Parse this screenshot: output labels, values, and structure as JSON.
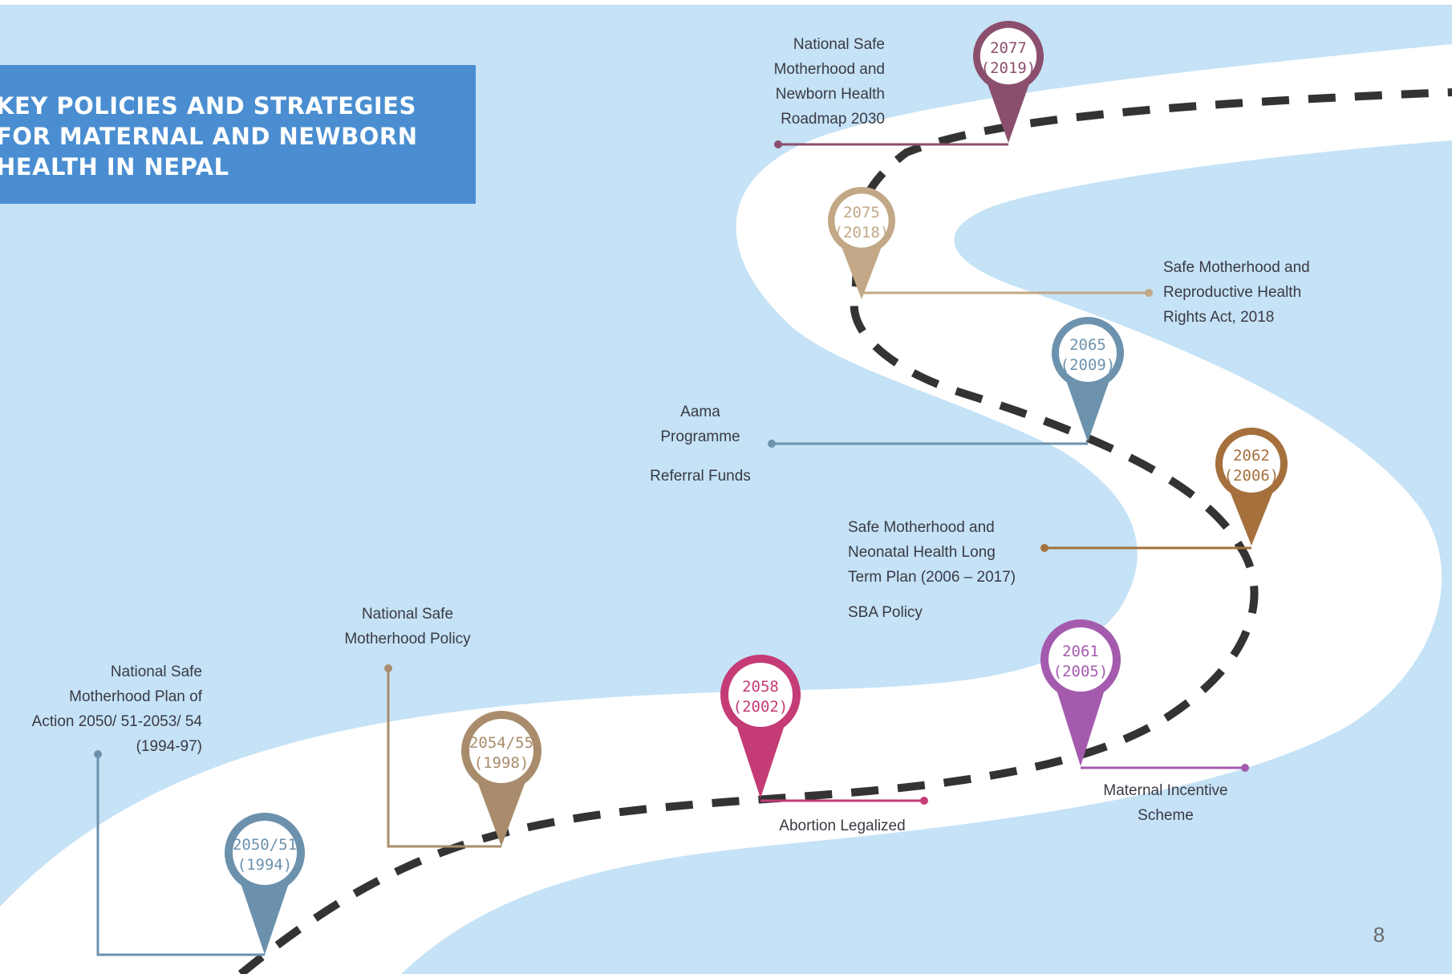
{
  "title": {
    "lines": [
      "KEY POLICIES AND STRATEGIES",
      "FOR MATERNAL AND NEWBORN",
      "HEALTH IN NEPAL"
    ]
  },
  "page_number": "8",
  "colors": {
    "sky": "#c5e2f6",
    "road": "#ffffff",
    "dash": "#333333",
    "title_box": "#4a8ed1"
  },
  "milestones": [
    {
      "year_bs": "2050/51",
      "year_ad": "(1994)",
      "color": "#6c91ad",
      "lines": [
        "National Safe",
        "Motherhood Plan of",
        "Action 2050/ 51-2053/ 54",
        "(1994-97)"
      ]
    },
    {
      "year_bs": "2054/55",
      "year_ad": "(1998)",
      "color": "#a88c6c",
      "lines": [
        "National Safe",
        "Motherhood Policy"
      ]
    },
    {
      "year_bs": "2058",
      "year_ad": "(2002)",
      "color": "#c43b76",
      "lines": [
        "Abortion Legalized"
      ]
    },
    {
      "year_bs": "2061",
      "year_ad": "(2005)",
      "color": "#a45bae",
      "lines": [
        "Maternal Incentive",
        "Scheme"
      ]
    },
    {
      "year_bs": "2062",
      "year_ad": "(2006)",
      "color": "#a5703c",
      "lines": [
        "Safe Motherhood and",
        "Neonatal Health Long",
        "Term Plan (2006 – 2017)"
      ],
      "extra": "SBA Policy"
    },
    {
      "year_bs": "2065",
      "year_ad": "(2009)",
      "color": "#6d92ad",
      "lines": [
        "Aama",
        "Programme"
      ],
      "extra": "Referral Funds"
    },
    {
      "year_bs": "2075",
      "year_ad": "(2018)",
      "color": "#c2a886",
      "lines": [
        "Safe Motherhood and",
        "Reproductive Health",
        "Rights Act, 2018"
      ]
    },
    {
      "year_bs": "2077",
      "year_ad": "(2019)",
      "color": "#8b4f6d",
      "lines": [
        "National Safe",
        "Motherhood and",
        "Newborn Health",
        "Roadmap 2030"
      ]
    }
  ]
}
